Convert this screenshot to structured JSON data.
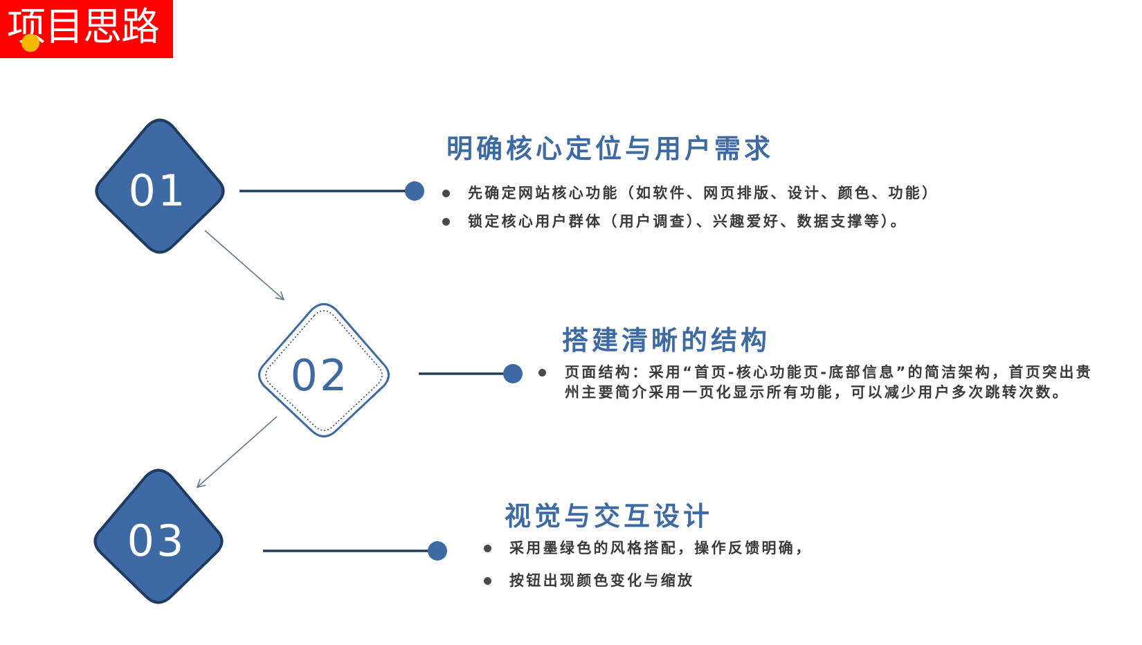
{
  "title": "项目思路",
  "colors": {
    "accent": "#ff0000",
    "title_dot": "#f5b800",
    "primary_blue": "#3d6aa3",
    "dark_navy": "#1f3b63",
    "text": "#3a3a3a"
  },
  "steps": [
    {
      "number": "01",
      "heading": "明确核心定位与用户需求",
      "bullets": [
        "先确定网站核心功能（如软件、网页排版、设计、颜色、功能）",
        "锁定核心用户群体（用户调查）、兴趣爱好、数据支撑等）。"
      ]
    },
    {
      "number": "02",
      "heading": "搭建清晰的结构",
      "bullets": [
        "页面结构：采用“首页-核心功能页-底部信息”的简洁架构，首页突出贵州主要简介采用一页化显示所有功能，可以减少用户多次跳转次数。"
      ]
    },
    {
      "number": "03",
      "heading": "视觉与交互设计",
      "bullets": [
        "采用墨绿色的风格搭配，操作反馈明确，",
        "按钮出现颜色变化与缩放"
      ]
    }
  ]
}
